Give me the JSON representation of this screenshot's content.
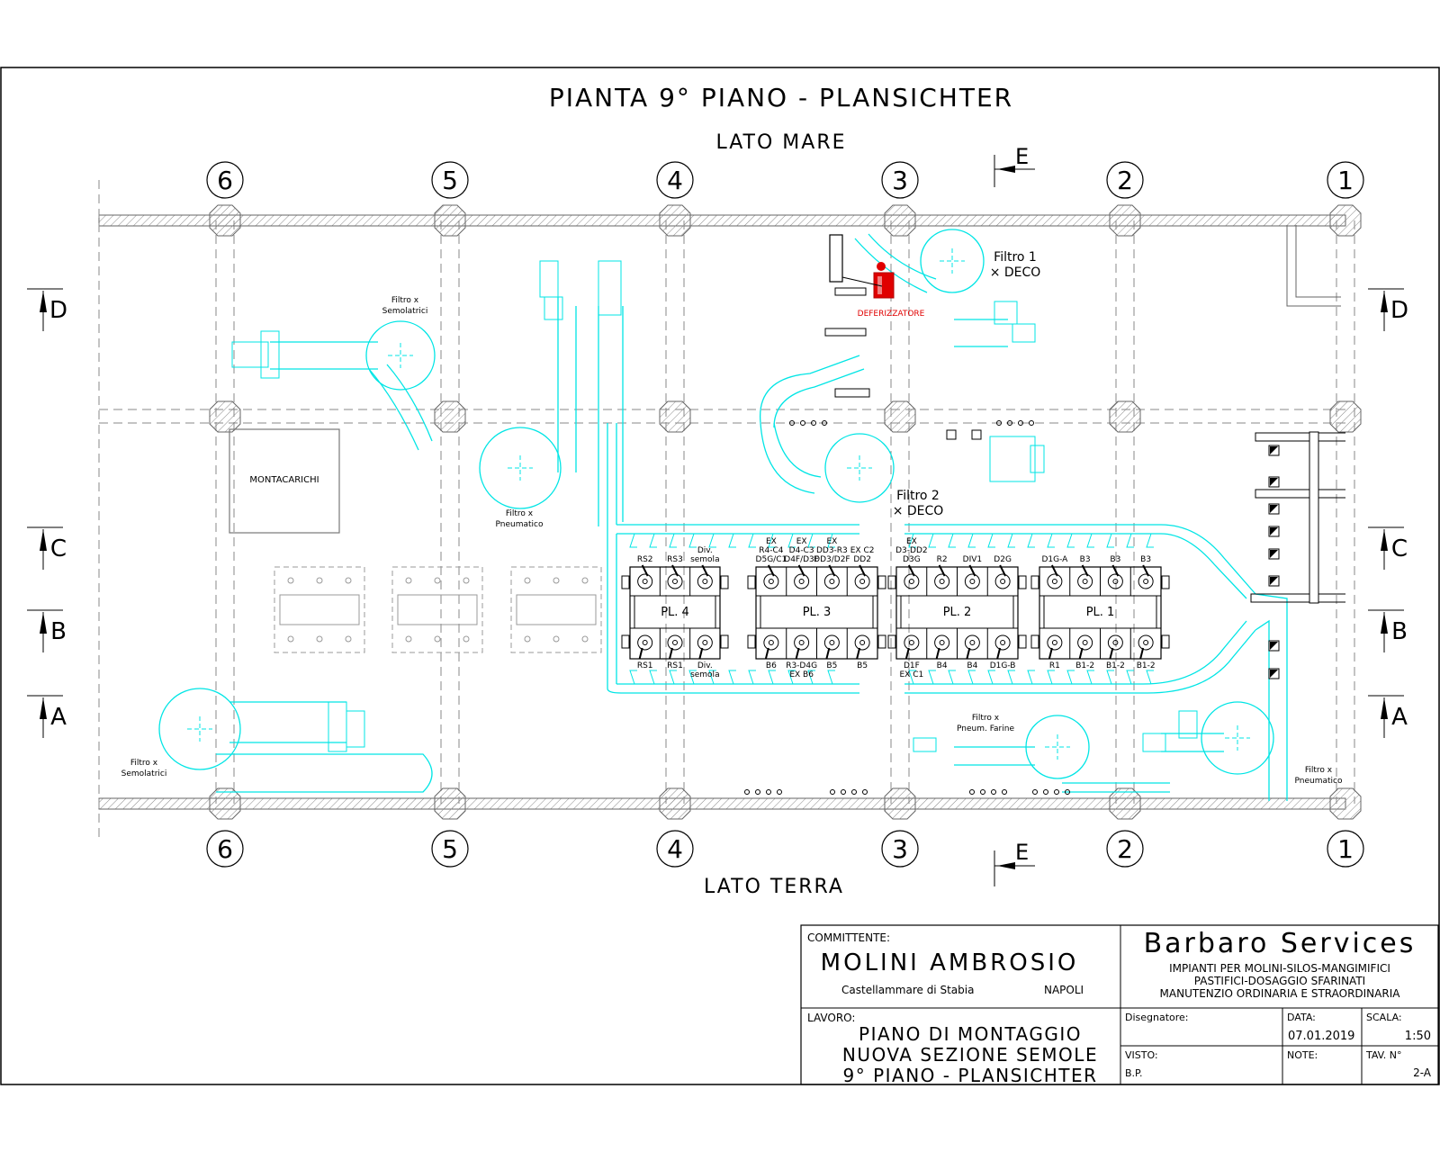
{
  "drawing": {
    "title": "PIANTA 9° PIANO - PLANSICHTER",
    "side_top": "LATO MARE",
    "side_bottom": "LATO TERRA",
    "axis_labels": [
      "6",
      "5",
      "4",
      "3",
      "2",
      "1"
    ],
    "section_marks_left": [
      "D",
      "C",
      "B",
      "A"
    ],
    "section_marks_right": [
      "D",
      "C",
      "B",
      "A"
    ],
    "section_mark_top": "E",
    "section_mark_bottom": "E",
    "montacarichi_label": "MONTACARICHI",
    "deferizzatore_label": "DEFERIZZATORE",
    "colors": {
      "duct": "#00e5e5",
      "line": "#000000",
      "grey": "#9a9a9a",
      "accent_red": "#e00000"
    },
    "filters": [
      {
        "id": "filtro-1-deco",
        "lines": [
          "Filtro 1",
          "× DECO"
        ]
      },
      {
        "id": "filtro-2-deco",
        "lines": [
          "Filtro 2",
          "× DECO"
        ]
      },
      {
        "id": "filtro-semolatrici-top",
        "lines": [
          "Filtro x",
          "Semolatrici"
        ]
      },
      {
        "id": "filtro-semolatrici-bottom",
        "lines": [
          "Filtro x",
          "Semolatrici"
        ]
      },
      {
        "id": "filtro-pneumatico-center",
        "lines": [
          "Filtro x",
          "Pneumatico"
        ]
      },
      {
        "id": "filtro-pneumatico-right",
        "lines": [
          "Filtro x",
          "Pneumatico"
        ]
      },
      {
        "id": "filtro-pneum-farine",
        "lines": [
          "Filtro x",
          "Pneum. Farine"
        ]
      }
    ],
    "plansichters": [
      {
        "name": "PL. 4",
        "top_labels": [
          [
            "RS2"
          ],
          [
            "RS3"
          ],
          [
            "Div.",
            "semola"
          ]
        ],
        "bottom_labels": [
          [
            "RS1"
          ],
          [
            "RS1"
          ],
          [
            "Div.",
            "semola"
          ]
        ]
      },
      {
        "name": "PL. 3",
        "top_labels": [
          [
            "EX",
            "R4-C4",
            "D5G/C1"
          ],
          [
            "EX",
            "D4-C3",
            "D4F/D3F"
          ],
          [
            "EX",
            "DD3-R3",
            "DD3/D2F"
          ],
          [
            "EX C2",
            "DD2"
          ]
        ],
        "bottom_labels": [
          [
            "B6"
          ],
          [
            "R3-D4G",
            "EX B6"
          ],
          [
            "B5"
          ],
          [
            "B5"
          ]
        ]
      },
      {
        "name": "PL. 2",
        "top_labels": [
          [
            "EX",
            "D3-DD2",
            "D3G"
          ],
          [
            "R2"
          ],
          [
            "DIV1"
          ],
          [
            "D2G"
          ]
        ],
        "bottom_labels": [
          [
            "D1F",
            "EX C1"
          ],
          [
            "B4"
          ],
          [
            "B4"
          ],
          [
            "D1G-B"
          ]
        ]
      },
      {
        "name": "PL. 1",
        "top_labels": [
          [
            "D1G-A"
          ],
          [
            "B3"
          ],
          [
            "B3"
          ],
          [
            "B3"
          ]
        ],
        "bottom_labels": [
          [
            "R1"
          ],
          [
            "B1-2"
          ],
          [
            "B1-2"
          ],
          [
            "B1-2"
          ]
        ]
      }
    ]
  },
  "title_block": {
    "committente_label": "COMMITTENTE:",
    "committente": "MOLINI AMBROSIO",
    "location": "Castellammare di Stabia",
    "city": "NAPOLI",
    "company": "Barbaro Services",
    "company_lines": [
      "IMPIANTI PER MOLINI-SILOS-MANGIMIFICI",
      "PASTIFICI-DOSAGGIO SFARINATI",
      "MANUTENZIO ORDINARIA E STRAORDINARIA"
    ],
    "lavoro_label": "LAVORO:",
    "lavoro_lines": [
      "PIANO DI MONTAGGIO",
      "NUOVA SEZIONE SEMOLE",
      "9° PIANO - PLANSICHTER"
    ],
    "disegnatore_label": "Disegnatore:",
    "disegnatore": "",
    "data_label": "DATA:",
    "data": "07.01.2019",
    "scala_label": "SCALA:",
    "scala": "1:50",
    "visto_label": "VISTO:",
    "visto": "B.P.",
    "note_label": "NOTE:",
    "note": "",
    "tav_label": "TAV. N°",
    "tav": "2-A"
  }
}
